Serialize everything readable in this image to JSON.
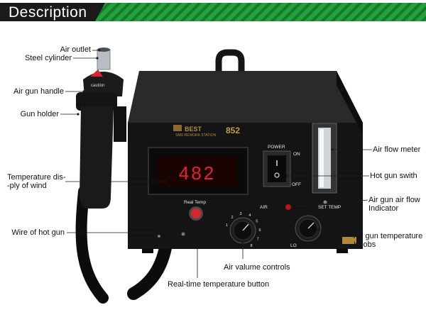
{
  "header": {
    "title": "Description",
    "accent_color": "#22a23a",
    "tab_color": "#1a1a1a"
  },
  "device": {
    "brand": "BEST",
    "subtitle": "SMD REWORK STATION",
    "model": "852",
    "display_value": "482",
    "handle_label": "caution",
    "power_label": "POWER",
    "on_label": "ON",
    "off_label": "OFF",
    "air_label": "AIR",
    "set_temp_label": "SET TEMP",
    "real_temp_label": "Real Temp",
    "lo_label": "LO",
    "knob_scale": [
      "1",
      "2",
      "3",
      "4",
      "5",
      "6",
      "7",
      "8"
    ],
    "body_color": "#141414",
    "display_color": "#e8202a"
  },
  "labels": {
    "air_outlet": "Air outlet",
    "steel_cylinder": "Steel cylinder",
    "air_gun_handle": "Air gun handle",
    "gun_holder": "Gun holder",
    "temp_display_line1": "Temperature dis-",
    "temp_display_line2": "-ply of wind",
    "wire_of_hot_gun": "Wire of hot gun",
    "air_flow_meter": "Air flow meter",
    "hot_gun_switch": "Hot gun swith",
    "air_flow_indicator_line1": "Air gun air flow",
    "air_flow_indicator_line2": "Indicator",
    "temperature_knobs_line1": "Air gun temperature",
    "temperature_knobs_line2": "Knobs",
    "air_volume_controls": "Air valume controls",
    "real_time_temp_button": "Real-time temperature button"
  }
}
